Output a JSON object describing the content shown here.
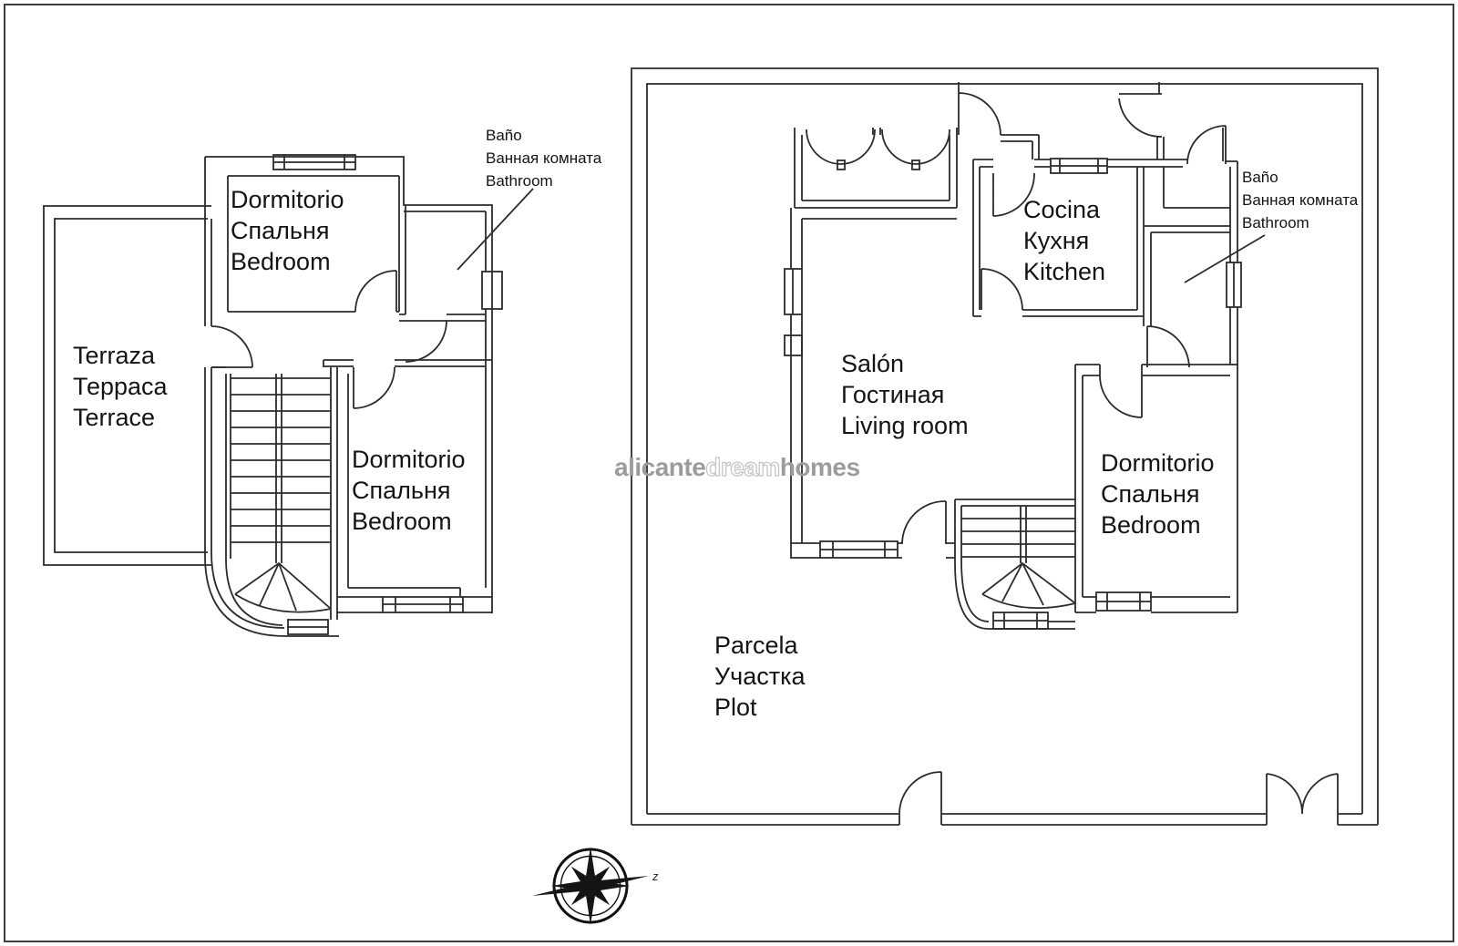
{
  "page": {
    "background": "#ffffff",
    "frame_color": "#3f3f3f",
    "line_color": "#2c2c2c",
    "text_color": "#141414"
  },
  "watermark": {
    "part1": "alicante",
    "part2": "dream",
    "part3": "homes"
  },
  "upper_plan": {
    "terrace": [
      "Terraza",
      "Терраса",
      "Terrace"
    ],
    "bedroom_top": [
      "Dormitorio",
      "Спальня",
      "Bedroom"
    ],
    "bedroom_bottom": [
      "Dormitorio",
      "Спальня",
      "Bedroom"
    ],
    "bathroom_note": [
      "Baño",
      "Ванная комната",
      "Bathroom"
    ]
  },
  "ground_plan": {
    "kitchen": [
      "Cocina",
      "Кухня",
      "Kitchen"
    ],
    "living_room": [
      "Salón",
      "Гостиная",
      "Living room"
    ],
    "bedroom": [
      "Dormitorio",
      "Спальня",
      "Bedroom"
    ],
    "bathroom_note": [
      "Baño",
      "Ванная комната",
      "Bathroom"
    ],
    "plot": [
      "Parcela",
      "Участка",
      "Plot"
    ]
  },
  "compass": {
    "label": "z"
  }
}
